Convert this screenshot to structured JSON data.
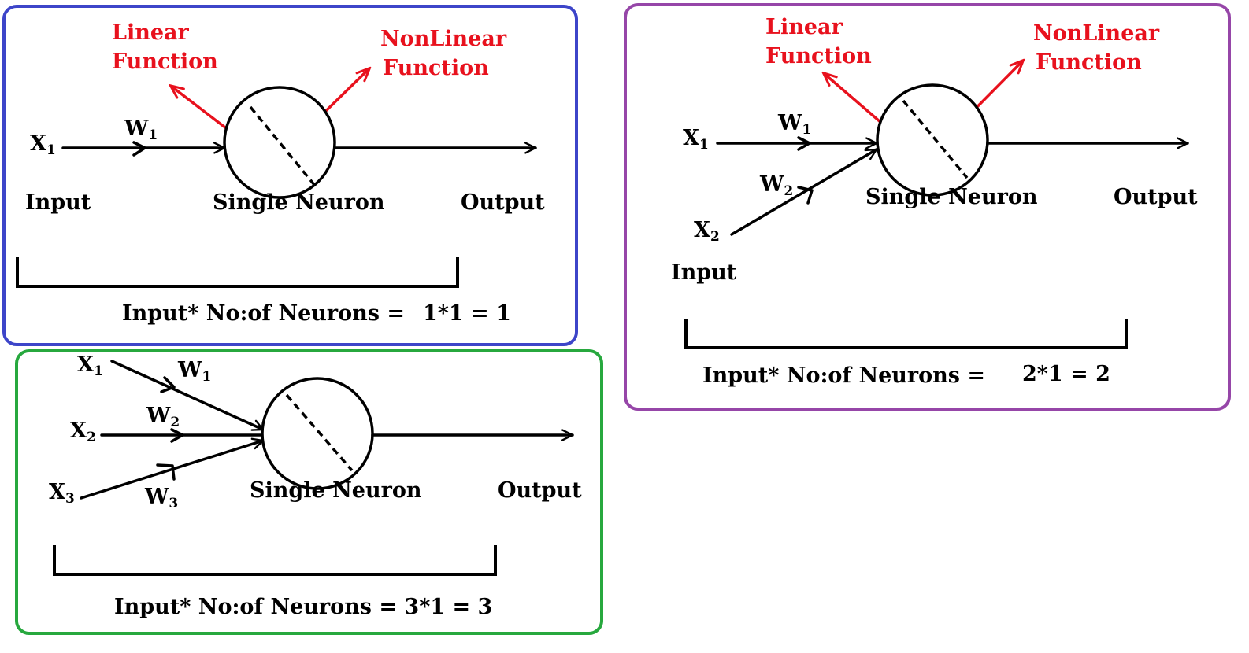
{
  "colors": {
    "panel1_border": "#3d45c9",
    "panel2_border": "#9646a8",
    "panel3_border": "#27a83e",
    "function_label": "#e8111d",
    "ink": "#000000"
  },
  "panel1": {
    "linear_label": [
      "Linear",
      "Function"
    ],
    "nonlinear_label": [
      "NonLinear",
      "Function"
    ],
    "x1": {
      "main": "X",
      "sub": "1"
    },
    "w1": {
      "main": "W",
      "sub": "1"
    },
    "input": "Input",
    "neuron": "Single Neuron",
    "output": "Output",
    "formula": "Input* No:of Neurons =",
    "result": "1*1  = 1"
  },
  "panel2": {
    "linear_label": [
      "Linear",
      "Function"
    ],
    "nonlinear_label": [
      "NonLinear",
      "Function"
    ],
    "x1": {
      "main": "X",
      "sub": "1"
    },
    "x2": {
      "main": "X",
      "sub": "2"
    },
    "w1": {
      "main": "W",
      "sub": "1"
    },
    "w2": {
      "main": "W",
      "sub": "2"
    },
    "input": "Input",
    "neuron": "Single Neuron",
    "output": "Output",
    "formula": "Input* No:of Neurons =",
    "result": "2*1 = 2"
  },
  "panel3": {
    "x1": {
      "main": "X",
      "sub": "1"
    },
    "x2": {
      "main": "X",
      "sub": "2"
    },
    "x3": {
      "main": "X",
      "sub": "3"
    },
    "w1": {
      "main": "W",
      "sub": "1"
    },
    "w2": {
      "main": "W",
      "sub": "2"
    },
    "w3": {
      "main": "W",
      "sub": "3"
    },
    "neuron": "Single Neuron",
    "output": "Output",
    "formula": "Input* No:of Neurons = 3*1 = 3"
  }
}
